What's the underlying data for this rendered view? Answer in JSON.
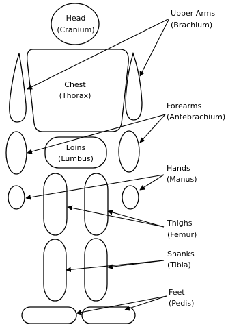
{
  "colors": {
    "stroke": "#000000",
    "fill": "#ffffff",
    "text": "#000000"
  },
  "body_parts": [
    {
      "id": "head",
      "common": "Head",
      "latin": "(Cranium)"
    },
    {
      "id": "upper-arms",
      "common": "Upper Arms",
      "latin": "(Brachium)"
    },
    {
      "id": "chest",
      "common": "Chest",
      "latin": "(Thorax)"
    },
    {
      "id": "forearms",
      "common": "Forearms",
      "latin": "(Antebrachium)"
    },
    {
      "id": "loins",
      "common": "Loins",
      "latin": "(Lumbus)"
    },
    {
      "id": "hands",
      "common": "Hands",
      "latin": "(Manus)"
    },
    {
      "id": "thighs",
      "common": "Thighs",
      "latin": "(Femur)"
    },
    {
      "id": "shanks",
      "common": "Shanks",
      "latin": "(Tibia)"
    },
    {
      "id": "feet",
      "common": "Feet",
      "latin": "(Pedis)"
    }
  ]
}
